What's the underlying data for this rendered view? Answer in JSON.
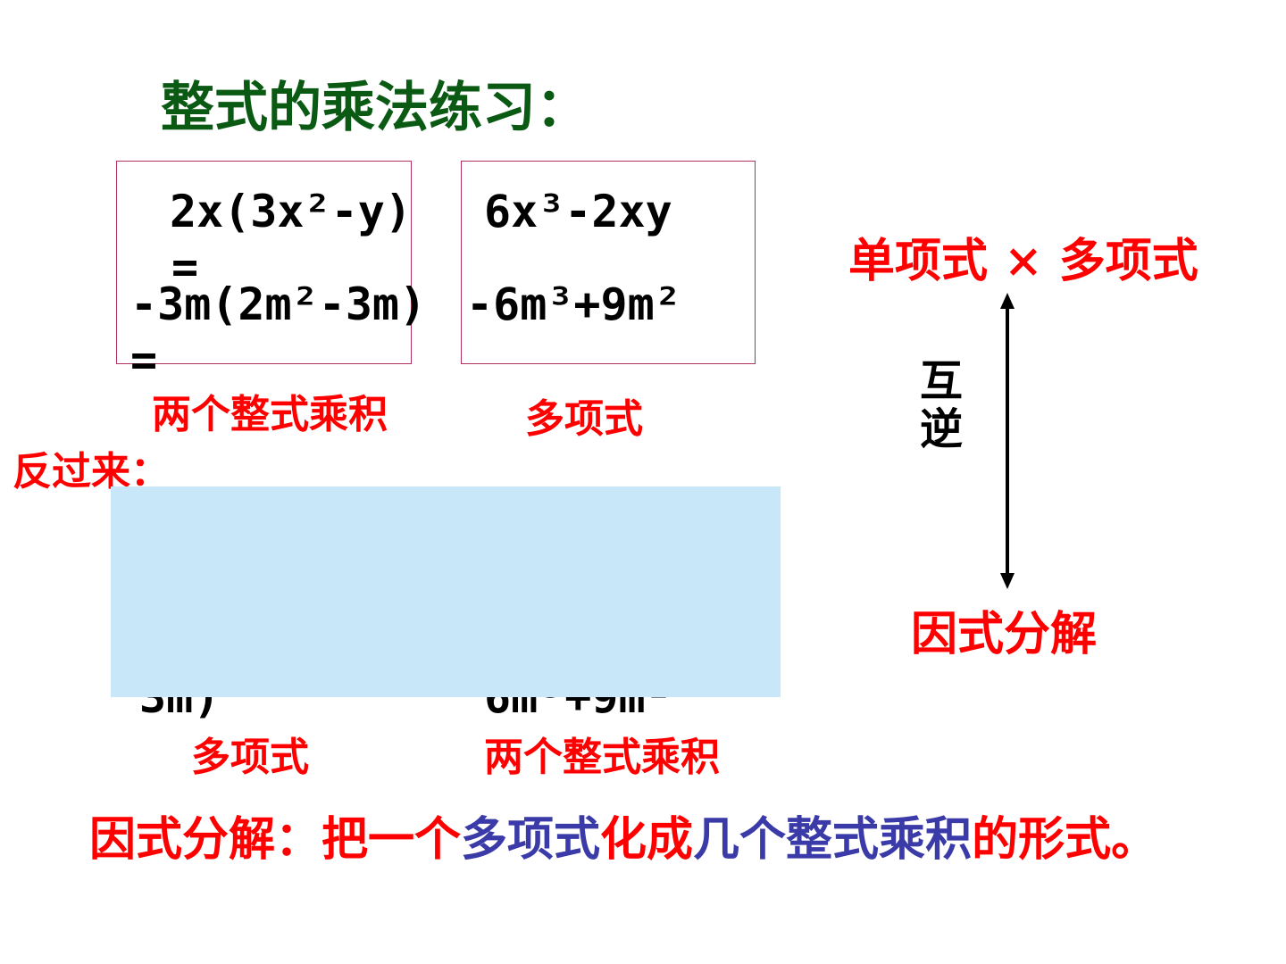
{
  "title": "整式的乘法练习：",
  "expressions": {
    "row1_left": "2x(3x²-y)",
    "row1_eq": "=",
    "row1_right": "6x³-2xy",
    "row2_left": "-3m(2m²-3m)",
    "row2_eq": "=",
    "row2_right": "-6m³+9m²"
  },
  "labels": {
    "product_top": "两个整式乘积",
    "poly_top": "多项式",
    "reverse": "反过来：",
    "partial_left": "3m)",
    "partial_right": "6m³+9m²",
    "poly_bottom": "多项式",
    "product_bottom": "两个整式乘积"
  },
  "side": {
    "top_label": "单项式 × 多项式",
    "mutual_char1": "互",
    "mutual_char2": "逆",
    "bottom_label": "因式分解"
  },
  "definition": {
    "part1": "因式分解：把一个",
    "part2": "多项式",
    "part3": "化成",
    "part4": "几个整式乘积",
    "part5": "的形式。"
  },
  "colors": {
    "title": "#0a5a14",
    "accent_red": "#ff0000",
    "accent_blue": "#3a3aa8",
    "box_border": "#b03060",
    "cover_fill": "#c8e8fa"
  }
}
